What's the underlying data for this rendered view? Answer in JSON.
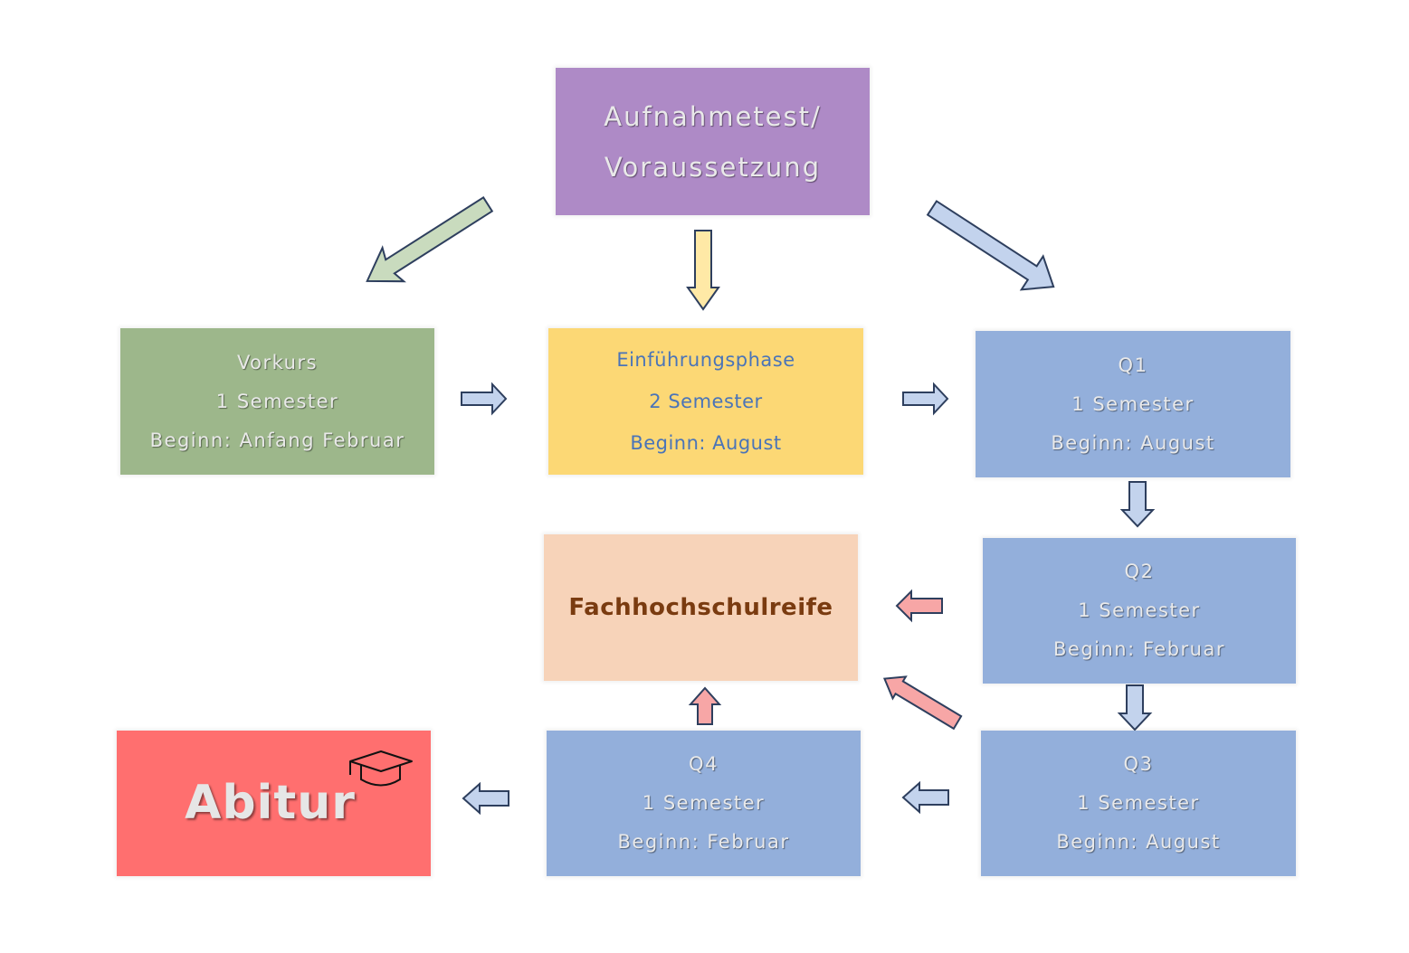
{
  "diagram": {
    "colors": {
      "aufnahme": "#ae8ac6",
      "vorkurs": "#9db78b",
      "einfuehrungsphase": "#fcd875",
      "q_phase": "#93afdb",
      "fachhochschulreife": "#f7d3b9",
      "abitur": "#ff6f6f",
      "arrow_blue": "#c3d3ed",
      "arrow_green": "#c9dbbe",
      "arrow_yellow": "#ffe9a6",
      "arrow_red": "#f7a6a6",
      "arrow_outline": "#2e3f5e"
    },
    "nodes": {
      "aufnahme": {
        "lines": [
          "Aufnahmetest/",
          "Voraussetzung"
        ]
      },
      "vorkurs": {
        "lines": [
          "Vorkurs",
          "1 Semester",
          "Beginn: Anfang Februar"
        ]
      },
      "einfuehrungsphase": {
        "lines": [
          "Einführungsphase",
          "2 Semester",
          "Beginn: August"
        ]
      },
      "q1": {
        "lines": [
          "Q1",
          "1 Semester",
          "Beginn: August"
        ]
      },
      "q2": {
        "lines": [
          "Q2",
          "1 Semester",
          "Beginn: Februar"
        ]
      },
      "q3": {
        "lines": [
          "Q3",
          "1 Semester",
          "Beginn: August"
        ]
      },
      "q4": {
        "lines": [
          "Q4",
          "1 Semester",
          "Beginn: Februar"
        ]
      },
      "fachhochschulreife": {
        "lines": [
          "Fachhochschulreife"
        ]
      },
      "abitur": {
        "lines": [
          "Abitur"
        ],
        "icon": "graduation-cap-icon"
      }
    },
    "edges": [
      {
        "from": "aufnahme",
        "to": "vorkurs",
        "color": "green"
      },
      {
        "from": "aufnahme",
        "to": "einfuehrungsphase",
        "color": "yellow"
      },
      {
        "from": "aufnahme",
        "to": "q1",
        "color": "blue"
      },
      {
        "from": "vorkurs",
        "to": "einfuehrungsphase",
        "color": "blue"
      },
      {
        "from": "einfuehrungsphase",
        "to": "q1",
        "color": "blue"
      },
      {
        "from": "q1",
        "to": "q2",
        "color": "blue"
      },
      {
        "from": "q2",
        "to": "q3",
        "color": "blue"
      },
      {
        "from": "q2",
        "to": "fachhochschulreife",
        "color": "red"
      },
      {
        "from": "q3",
        "to": "fachhochschulreife",
        "color": "red"
      },
      {
        "from": "q3",
        "to": "q4",
        "color": "blue"
      },
      {
        "from": "q4",
        "to": "fachhochschulreife",
        "color": "red"
      },
      {
        "from": "q4",
        "to": "abitur",
        "color": "blue"
      }
    ]
  }
}
